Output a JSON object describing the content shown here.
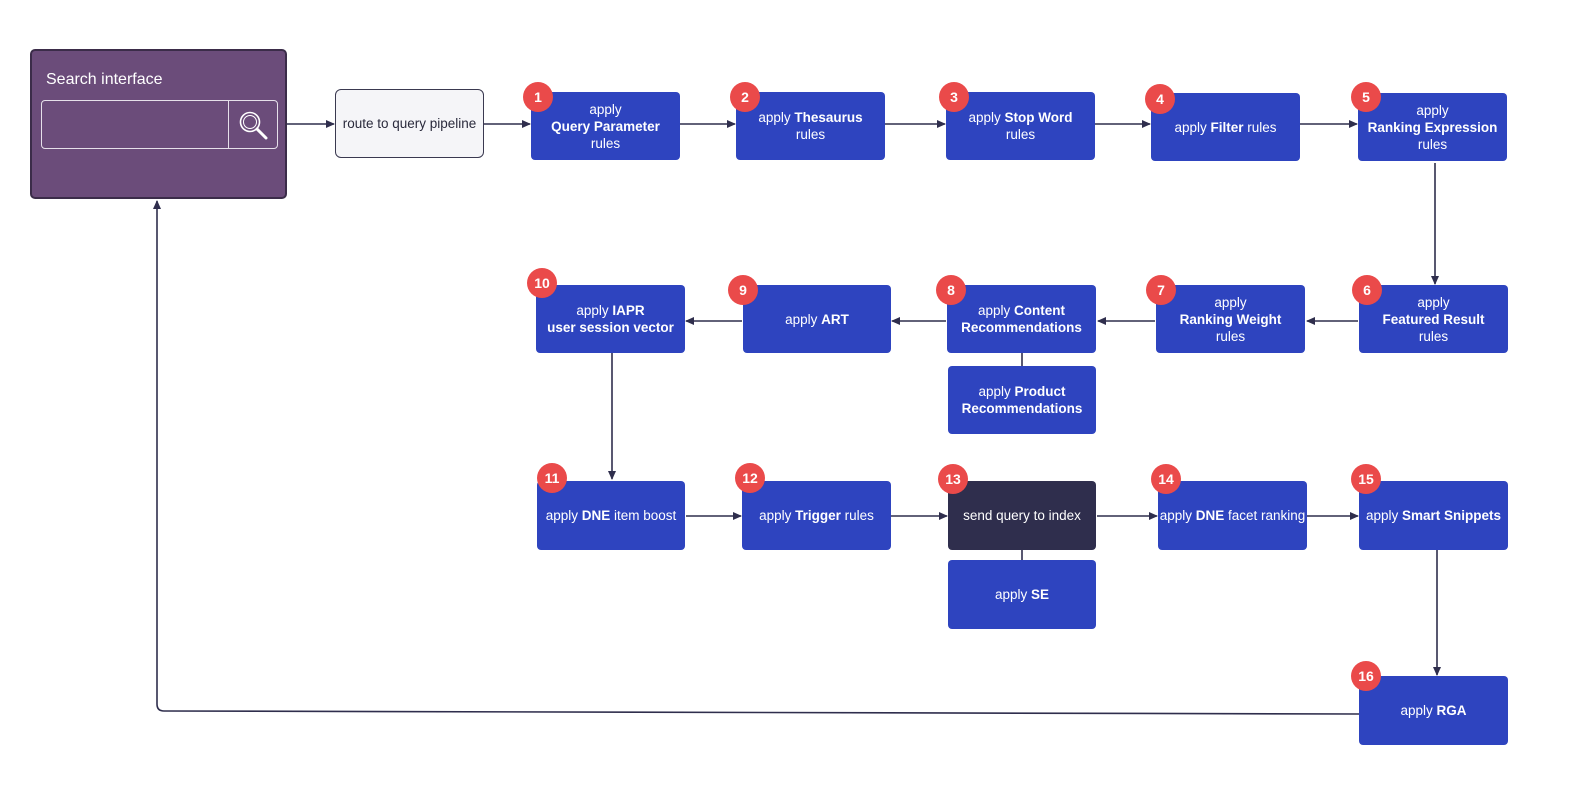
{
  "search": {
    "title": "Search interface"
  },
  "route": {
    "text": "route to query pipeline"
  },
  "steps": [
    {
      "n": "1",
      "parts": [
        {
          "t": "apply",
          "b": false,
          "br": true
        },
        {
          "t": "Query Parameter",
          "b": true,
          "br": true
        },
        {
          "t": "rules",
          "b": false
        }
      ]
    },
    {
      "n": "2",
      "parts": [
        {
          "t": "apply ",
          "b": false
        },
        {
          "t": "Thesaurus",
          "b": true,
          "br": true
        },
        {
          "t": "rules",
          "b": false
        }
      ]
    },
    {
      "n": "3",
      "parts": [
        {
          "t": "apply ",
          "b": false
        },
        {
          "t": "Stop Word",
          "b": true,
          "br": true
        },
        {
          "t": "rules",
          "b": false
        }
      ]
    },
    {
      "n": "4",
      "parts": [
        {
          "t": "apply ",
          "b": false
        },
        {
          "t": "Filter",
          "b": true
        },
        {
          "t": " rules",
          "b": false
        }
      ]
    },
    {
      "n": "5",
      "parts": [
        {
          "t": "apply",
          "b": false,
          "br": true
        },
        {
          "t": "Ranking Expression",
          "b": true,
          "br": true
        },
        {
          "t": "rules",
          "b": false
        }
      ]
    },
    {
      "n": "6",
      "parts": [
        {
          "t": "apply",
          "b": false,
          "br": true
        },
        {
          "t": "Featured Result",
          "b": true,
          "br": true
        },
        {
          "t": "rules",
          "b": false
        }
      ]
    },
    {
      "n": "7",
      "parts": [
        {
          "t": "apply",
          "b": false,
          "br": true
        },
        {
          "t": "Ranking Weight",
          "b": true,
          "br": true
        },
        {
          "t": "rules",
          "b": false
        }
      ]
    },
    {
      "n": "8",
      "parts": [
        {
          "t": "apply ",
          "b": false
        },
        {
          "t": "Content",
          "b": true,
          "br": true
        },
        {
          "t": "Recommendations",
          "b": true
        }
      ]
    },
    {
      "n": "9",
      "parts": [
        {
          "t": "apply ",
          "b": false
        },
        {
          "t": "ART",
          "b": true
        }
      ]
    },
    {
      "n": "10",
      "parts": [
        {
          "t": "apply ",
          "b": false
        },
        {
          "t": "IAPR",
          "b": true,
          "br": true
        },
        {
          "t": "user session vector",
          "b": true
        }
      ]
    },
    {
      "n": "11",
      "parts": [
        {
          "t": "apply ",
          "b": false
        },
        {
          "t": "DNE",
          "b": true
        },
        {
          "t": " item boost",
          "b": false
        }
      ]
    },
    {
      "n": "12",
      "parts": [
        {
          "t": "apply ",
          "b": false
        },
        {
          "t": "Trigger",
          "b": true
        },
        {
          "t": " rules",
          "b": false
        }
      ]
    },
    {
      "n": "13",
      "parts": [
        {
          "t": "send query to index",
          "b": false
        }
      ]
    },
    {
      "n": "14",
      "parts": [
        {
          "t": "apply ",
          "b": false
        },
        {
          "t": "DNE",
          "b": true
        },
        {
          "t": " facet ranking",
          "b": false
        }
      ]
    },
    {
      "n": "15",
      "parts": [
        {
          "t": "apply ",
          "b": false
        },
        {
          "t": "Smart Snippets",
          "b": true
        }
      ]
    },
    {
      "n": "16",
      "parts": [
        {
          "t": "apply ",
          "b": false
        },
        {
          "t": "RGA",
          "b": true
        }
      ]
    }
  ],
  "extras": [
    {
      "id": "product",
      "parts": [
        {
          "t": "apply ",
          "b": false
        },
        {
          "t": "Product",
          "b": true,
          "br": true
        },
        {
          "t": "Recommendations",
          "b": true
        }
      ]
    },
    {
      "id": "se",
      "parts": [
        {
          "t": "apply ",
          "b": false
        },
        {
          "t": "SE",
          "b": true
        }
      ]
    }
  ],
  "icons": {
    "search_button": "magnifier-icon"
  },
  "colors": {
    "step": "#2e44bf",
    "index_step": "#2f2e4d",
    "badge": "#ea4a4a",
    "search_panel": "#6b4c7a",
    "edge": "#2f2e4d"
  }
}
